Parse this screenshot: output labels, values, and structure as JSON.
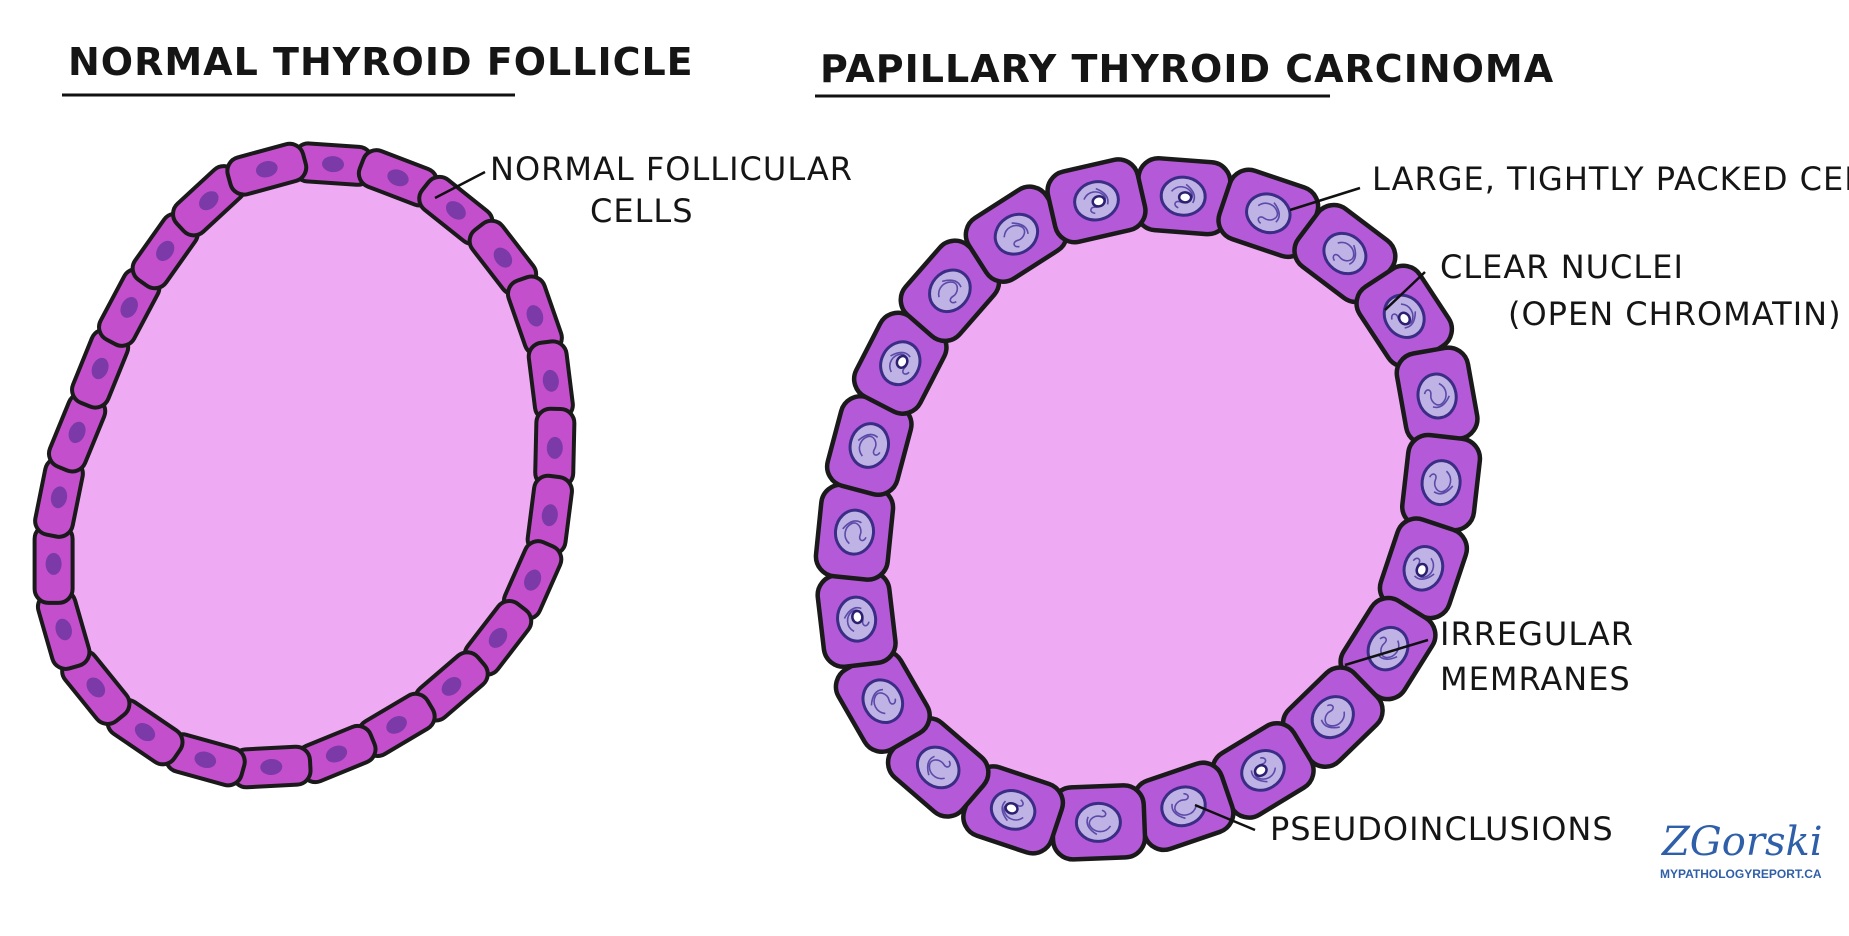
{
  "left_panel": {
    "title": "NORMAL THYROID FOLLICLE",
    "labels": {
      "follicular_cells": [
        "NORMAL FOLLICULAR",
        "CELLS"
      ]
    }
  },
  "right_panel": {
    "title": "PAPILLARY THYROID CARCINOMA",
    "labels": {
      "large_cells": "LARGE, TIGHTLY PACKED CELLS",
      "clear_nuclei": [
        "CLEAR NUCLEI",
        "(OPEN CHROMATIN)"
      ],
      "irregular_membranes": [
        "IRREGULAR",
        "MEMRANES"
      ],
      "pseudoinclusions": "PSEUDOINCLUSIONS"
    }
  },
  "signature": {
    "name": "ZGorski",
    "site": "MYPATHOLOGYREPORT.CA"
  },
  "colors": {
    "colloid": "#efaaf4",
    "normal_cell": "#c44fcc",
    "normal_nucleus": "#7b3aa8",
    "tumor_cell": "#b45ad8",
    "tumor_nucleus": "#bfb3e6",
    "outline": "#1a1a1a",
    "signature": "#2f5fa8"
  }
}
